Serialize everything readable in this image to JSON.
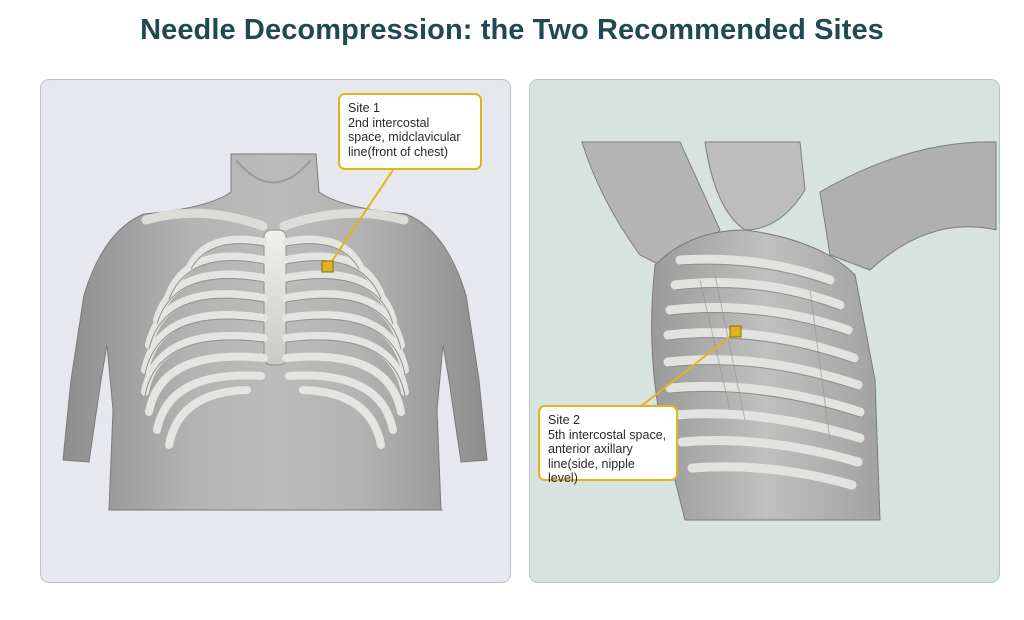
{
  "title": "Needle Decompression: the Two Recommended Sites",
  "site1": {
    "heading": "Site 1",
    "lines": [
      "2nd intercostal",
      "space, midclavicular",
      "line(front of chest)"
    ]
  },
  "site2": {
    "heading": "Site 2",
    "lines": [
      "5th intercostal space,",
      "anterior axillary",
      "line(side, nipple level)"
    ]
  },
  "colors": {
    "title": "#1f4a52",
    "callout_border": "#e0b51c",
    "left_panel_bg": "#e7e8ee",
    "right_panel_bg": "#d7e3df"
  }
}
